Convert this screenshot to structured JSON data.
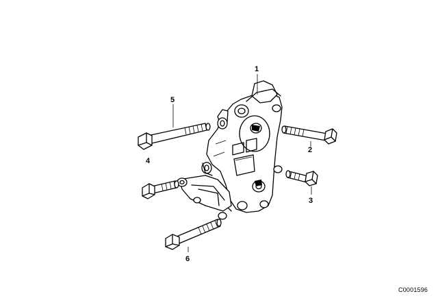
{
  "callouts": [
    {
      "id": "1",
      "label": "1"
    },
    {
      "id": "2",
      "label": "2"
    },
    {
      "id": "3",
      "label": "3"
    },
    {
      "id": "4",
      "label": "4"
    },
    {
      "id": "5",
      "label": "5"
    },
    {
      "id": "6",
      "label": "6"
    }
  ],
  "catalog_number": "C0001596"
}
